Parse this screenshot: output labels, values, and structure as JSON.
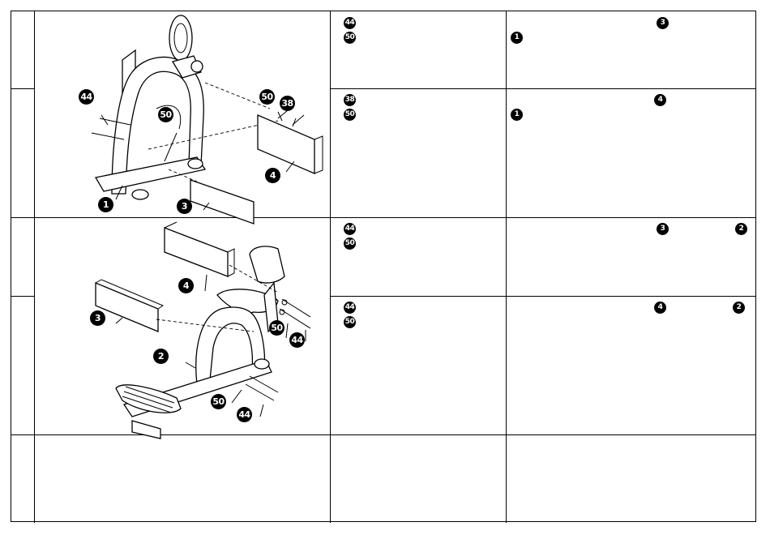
{
  "rows": [
    {
      "parts_a": [
        "44",
        "50"
      ],
      "refs_b": [
        "3",
        "1"
      ]
    },
    {
      "parts_a": [
        "38",
        "50"
      ],
      "refs_b": [
        "4",
        "1"
      ]
    },
    {
      "parts_a": [
        "44",
        "50"
      ],
      "refs_b": [
        "3",
        "2"
      ]
    },
    {
      "parts_a": [
        "44",
        "50"
      ],
      "refs_b": [
        "4",
        "2"
      ]
    }
  ],
  "figure1_callouts": [
    "44",
    "50",
    "50",
    "38",
    "1",
    "3",
    "4"
  ],
  "figure2_callouts": [
    "4",
    "3",
    "2",
    "50",
    "44",
    "50",
    "44"
  ]
}
